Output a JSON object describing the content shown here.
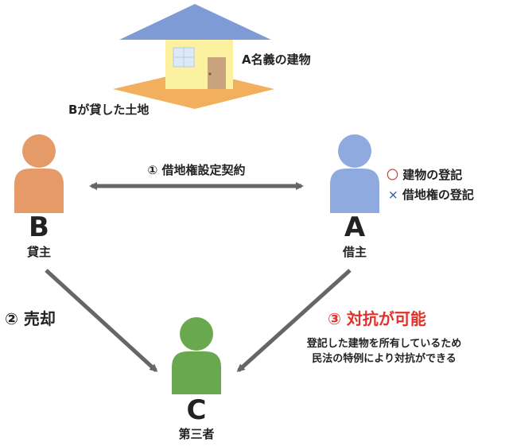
{
  "colors": {
    "roof": "#7f9bd6",
    "wall": "#fbf1a0",
    "window": "#dde9f6",
    "door": "#c9a27e",
    "land": "#f2b05f",
    "person_b": "#e59a68",
    "person_a": "#8eaadf",
    "person_c": "#6aa84f",
    "arrow": "#666666",
    "accent_red": "#e0312a",
    "accent_blue": "#1e4fb3"
  },
  "labels": {
    "building": "A名義の建物",
    "land": "Bが貸した土地",
    "contract": "① 借地権設定契約",
    "building_registration_mark": "〇",
    "building_registration": "建物の登記",
    "land_right_registration_mark": "×",
    "land_right_registration": "借地権の登記"
  },
  "people": {
    "b": {
      "letter": "B",
      "role": "貸主",
      "icon": "person-icon"
    },
    "a": {
      "letter": "A",
      "role": "借主",
      "icon": "person-icon"
    },
    "c": {
      "letter": "C",
      "role": "第三者",
      "icon": "person-icon"
    }
  },
  "steps": {
    "sale": "② 売却",
    "opposable": "③ 対抗が可能",
    "reason_line1": "登記した建物を所有しているため",
    "reason_line2": "民法の特例により対抗ができる"
  }
}
